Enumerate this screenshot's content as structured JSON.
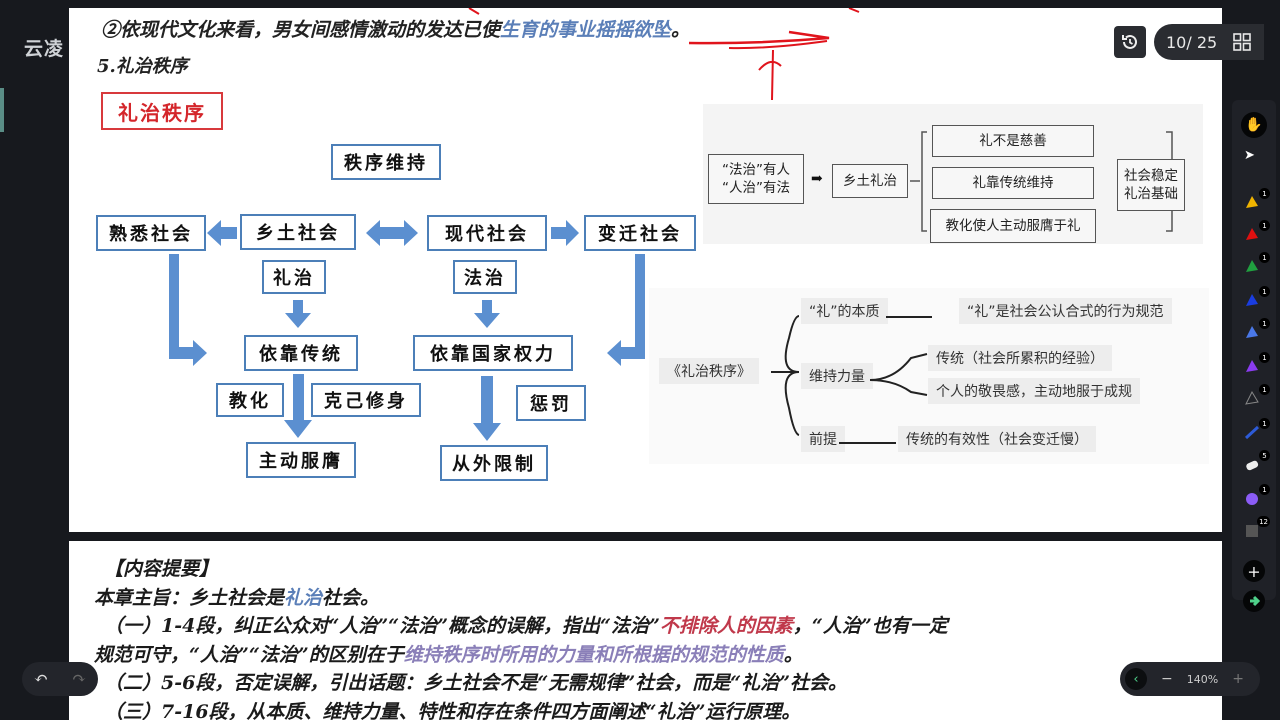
{
  "app": {
    "brand": "云凌",
    "page_indicator": "10/ 25",
    "zoom_level": "140%"
  },
  "toolbar": {
    "tools": [
      {
        "name": "hand-tool",
        "badge": ""
      },
      {
        "name": "pointer-tool",
        "badge": ""
      },
      {
        "name": "yellow-highlighter",
        "badge": "1",
        "color": "#f0b400"
      },
      {
        "name": "red-pen",
        "badge": "1",
        "color": "#e01010"
      },
      {
        "name": "green-pen",
        "badge": "1",
        "color": "#20a040"
      },
      {
        "name": "blue-pen",
        "badge": "1",
        "color": "#1a3de0"
      },
      {
        "name": "lightblue-pen",
        "badge": "1",
        "color": "#4a78e8"
      },
      {
        "name": "purple-pen",
        "badge": "1",
        "color": "#8a3cf0"
      },
      {
        "name": "laser-pointer",
        "badge": "1",
        "color": "#666"
      },
      {
        "name": "line-tool",
        "badge": "1",
        "color": "#2d5bd8"
      },
      {
        "name": "eraser",
        "badge": "5",
        "color": "#eee"
      },
      {
        "name": "shape-tool",
        "badge": "1",
        "color": "#8b5cf6"
      },
      {
        "name": "text-tool",
        "badge": "12",
        "color": "#777"
      },
      {
        "name": "add-tool",
        "badge": ""
      },
      {
        "name": "collapse-tool",
        "badge": ""
      }
    ]
  },
  "slide": {
    "line1_black": "②依现代文化来看，男女间感情激动的发达已使",
    "line1_blue": "生育的事业摇摇欲坠",
    "line1_end": "。",
    "section_heading": "5.礼治秩序",
    "title_box": "礼治秩序",
    "flow": {
      "order": "秩序维持",
      "familiar": "熟悉社会",
      "rural": "乡土社会",
      "modern": "现代社会",
      "changing": "变迁社会",
      "rites": "礼治",
      "law": "法治",
      "tradition": "依靠传统",
      "state_power": "依靠国家权力",
      "education": "教化",
      "self_discipline": "克己修身",
      "obedience": "主动服膺",
      "punishment": "惩罚",
      "external": "从外限制"
    },
    "grey_chart": {
      "left_line1": "“法治”有人",
      "left_line2": "“人治”有法",
      "middle": "乡土礼治",
      "items": [
        "礼不是慈善",
        "礼靠传统维持",
        "教化使人主动服膺于礼"
      ],
      "right_line1": "社会稳定",
      "right_line2": "礼治基础"
    },
    "mindmap": {
      "root": "《礼治秩序》",
      "essence": "“礼”的本质",
      "essence_detail": "“礼”是社会公认合式的行为规范",
      "force": "维持力量",
      "force_1": "传统（社会所累积的经验）",
      "force_2": "个人的敬畏感，主动地服于成规",
      "premise": "前提",
      "premise_detail": "传统的有效性（社会变迁慢）"
    }
  },
  "summary": {
    "heading": "【内容提要】",
    "theme_a": "本章主旨：乡土社会是",
    "theme_blue": "礼治",
    "theme_b": "社会。",
    "p1_a": "（一）1-4段，纠正公众对“人治”“法治”概念的误解，指出“法治”",
    "p1_red": "不排除人的因素",
    "p1_b": "，“人治”也有一定",
    "p1c_a": "规范可守，“人治”“法治”的区别在于",
    "p1c_purple": "维持秩序时所用的力量和所根据的规范的性质",
    "p1c_b": "。",
    "p2": "（二）5-6段，否定误解，引出话题：乡土社会不是“无需规律”社会，而是“礼治”社会。",
    "p3": "（三）7-16段，从本质、维持力量、特性和存在条件四方面阐述“礼治”运行原理。"
  }
}
